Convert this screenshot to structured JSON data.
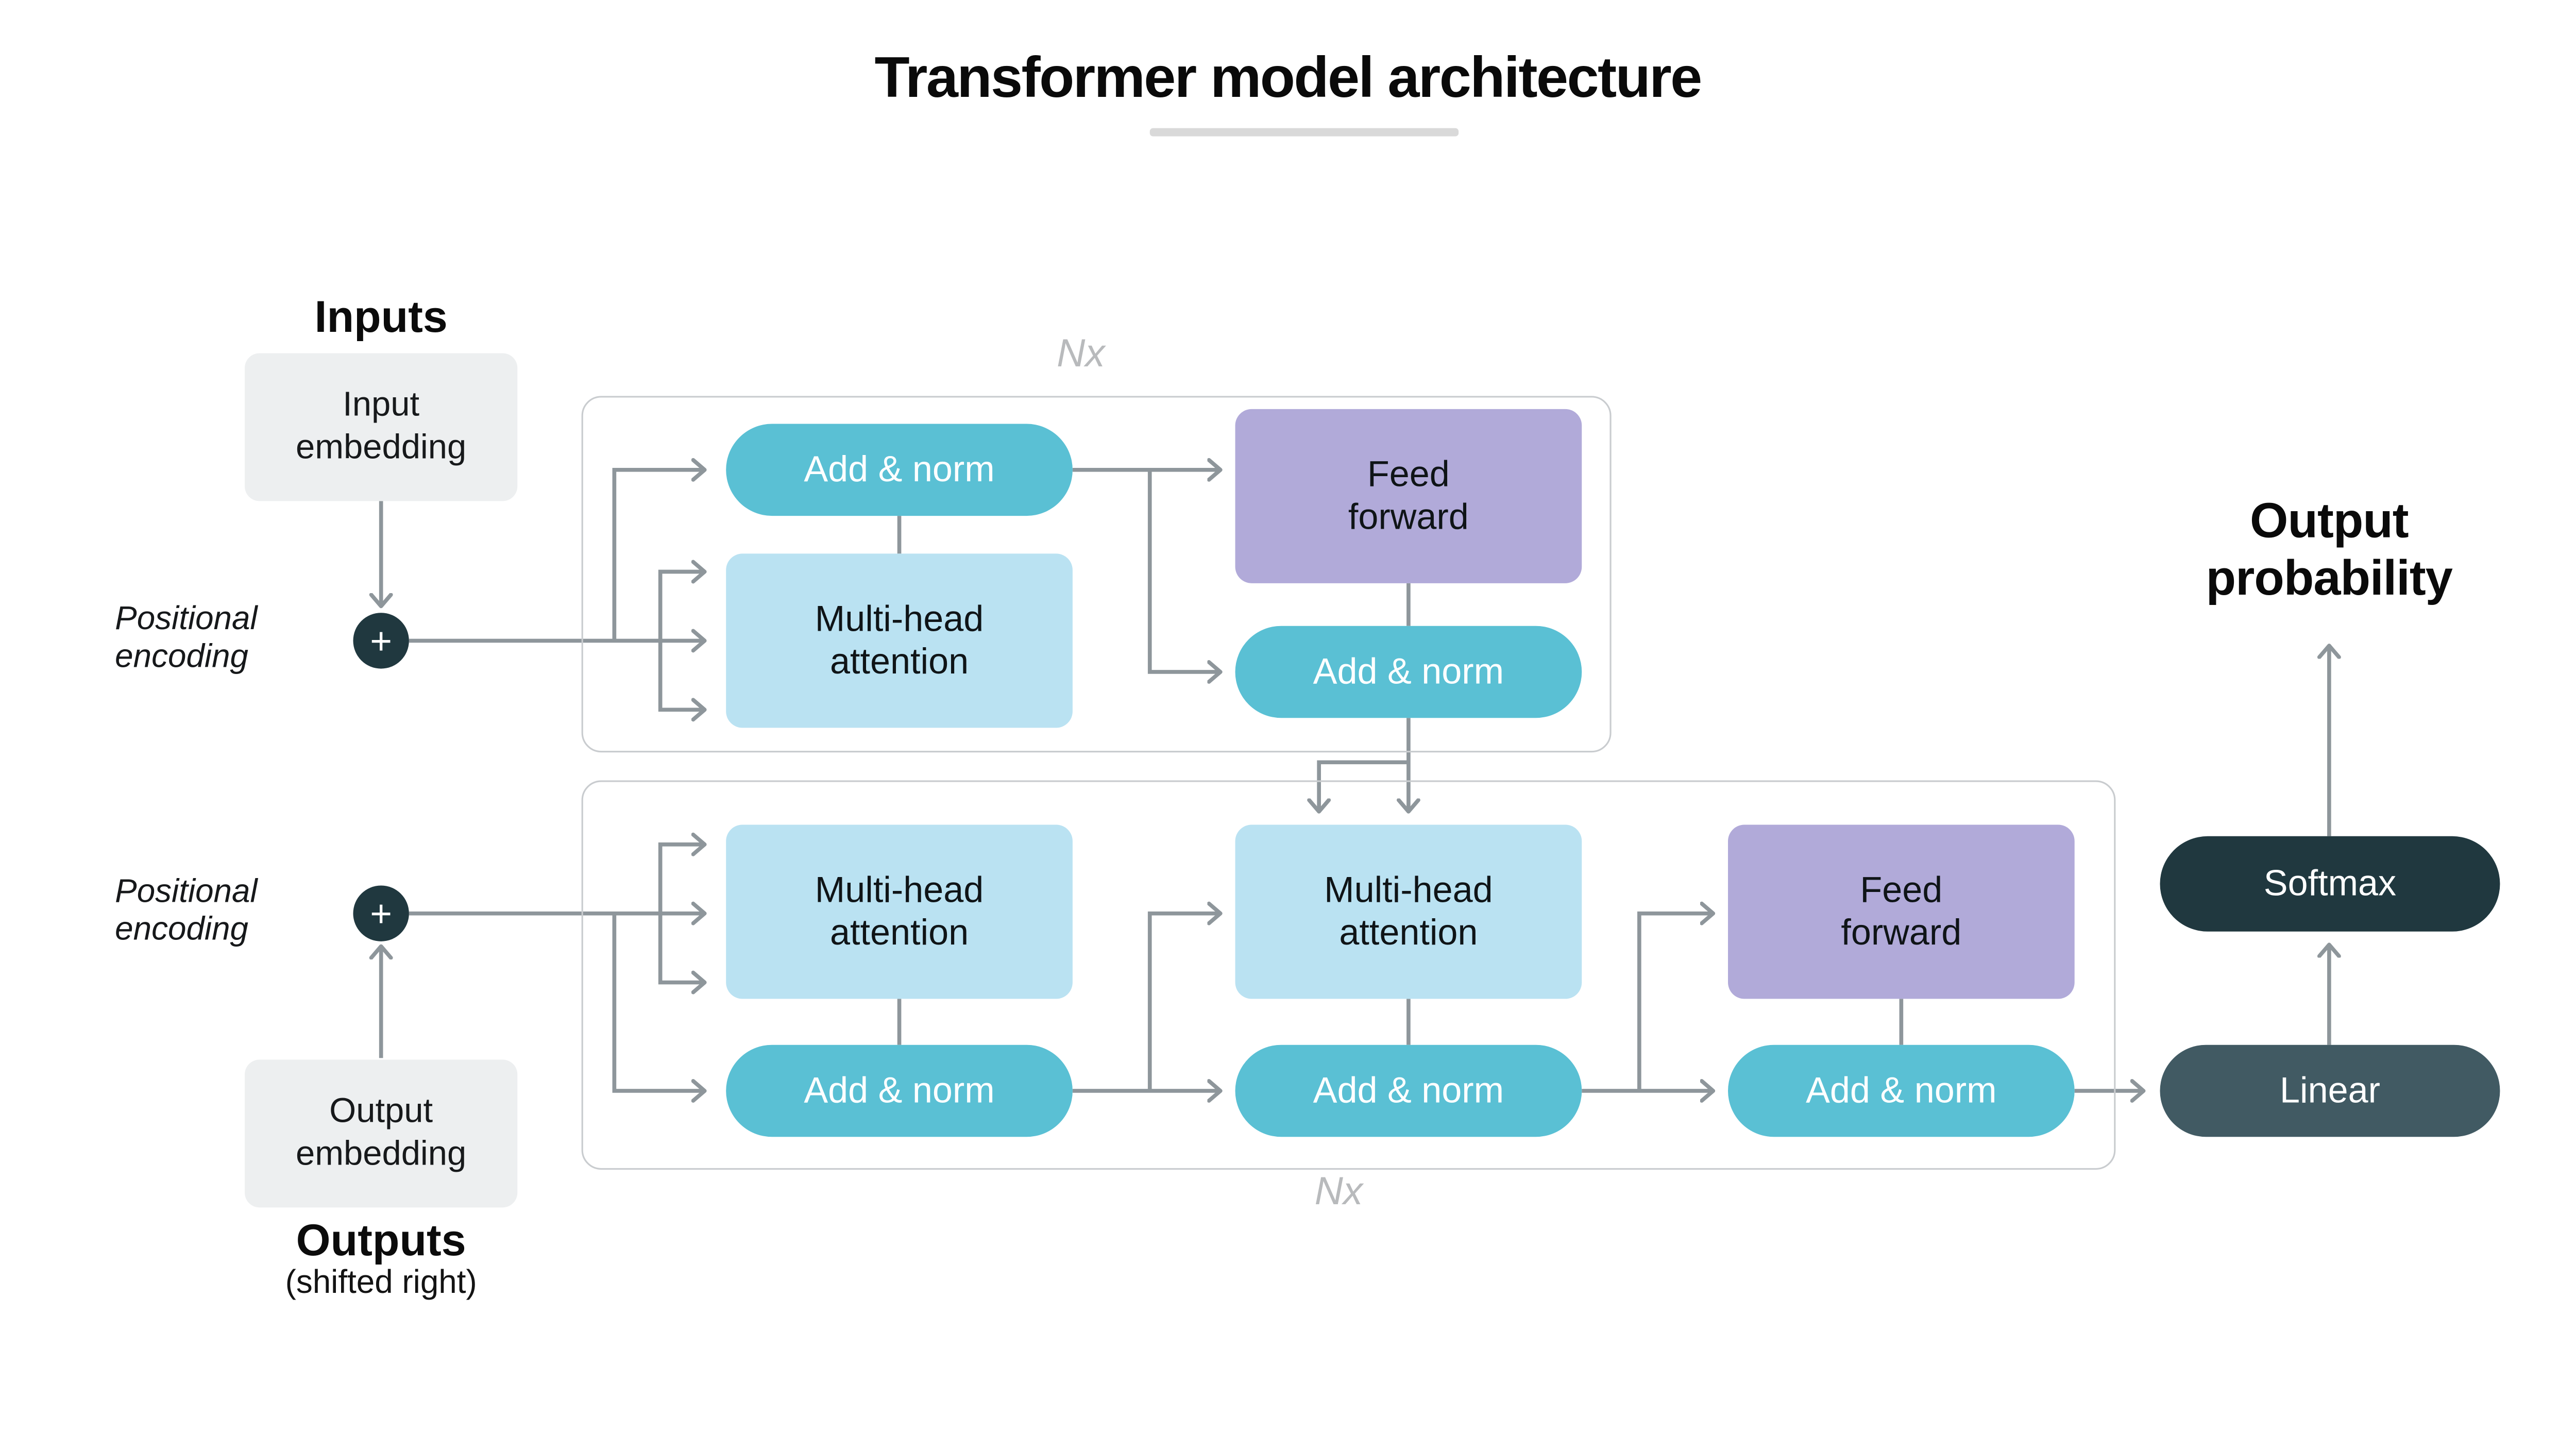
{
  "title": "Transformer model architecture",
  "labels": {
    "inputs_heading": "Inputs",
    "outputs_heading": "Outputs",
    "outputs_subheading": "(shifted right)",
    "output_probability": "Output\nprobability",
    "positional_encoding_top": "Positional\nencoding",
    "positional_encoding_bottom": "Positional\nencoding",
    "plus_top": "+",
    "plus_bottom": "+",
    "nx_top": "Nx",
    "nx_bottom": "Nx"
  },
  "nodes": {
    "input_embedding": "Input\nembedding",
    "output_embedding": "Output\nembedding",
    "encoder_add_norm_1": "Add & norm",
    "encoder_multi_head_attention": "Multi-head\nattention",
    "encoder_feed_forward": "Feed\nforward",
    "encoder_add_norm_2": "Add & norm",
    "decoder_multi_head_attention_1": "Multi-head\nattention",
    "decoder_add_norm_1": "Add & norm",
    "decoder_multi_head_attention_2": "Multi-head\nattention",
    "decoder_add_norm_2": "Add & norm",
    "decoder_feed_forward": "Feed\nforward",
    "decoder_add_norm_3": "Add & norm",
    "linear": "Linear",
    "softmax": "Softmax"
  },
  "colors": {
    "add_norm": "#5ac0d4",
    "attention": "#bae2f2",
    "feed_forward": "#b1aad9",
    "embedding": "#edeff0",
    "softmax": "#20383f",
    "linear": "#415a63",
    "arrow": "#8e969b",
    "block_border": "#c9cccf",
    "nx": "#b8babc",
    "underline": "#d9d9d9"
  }
}
